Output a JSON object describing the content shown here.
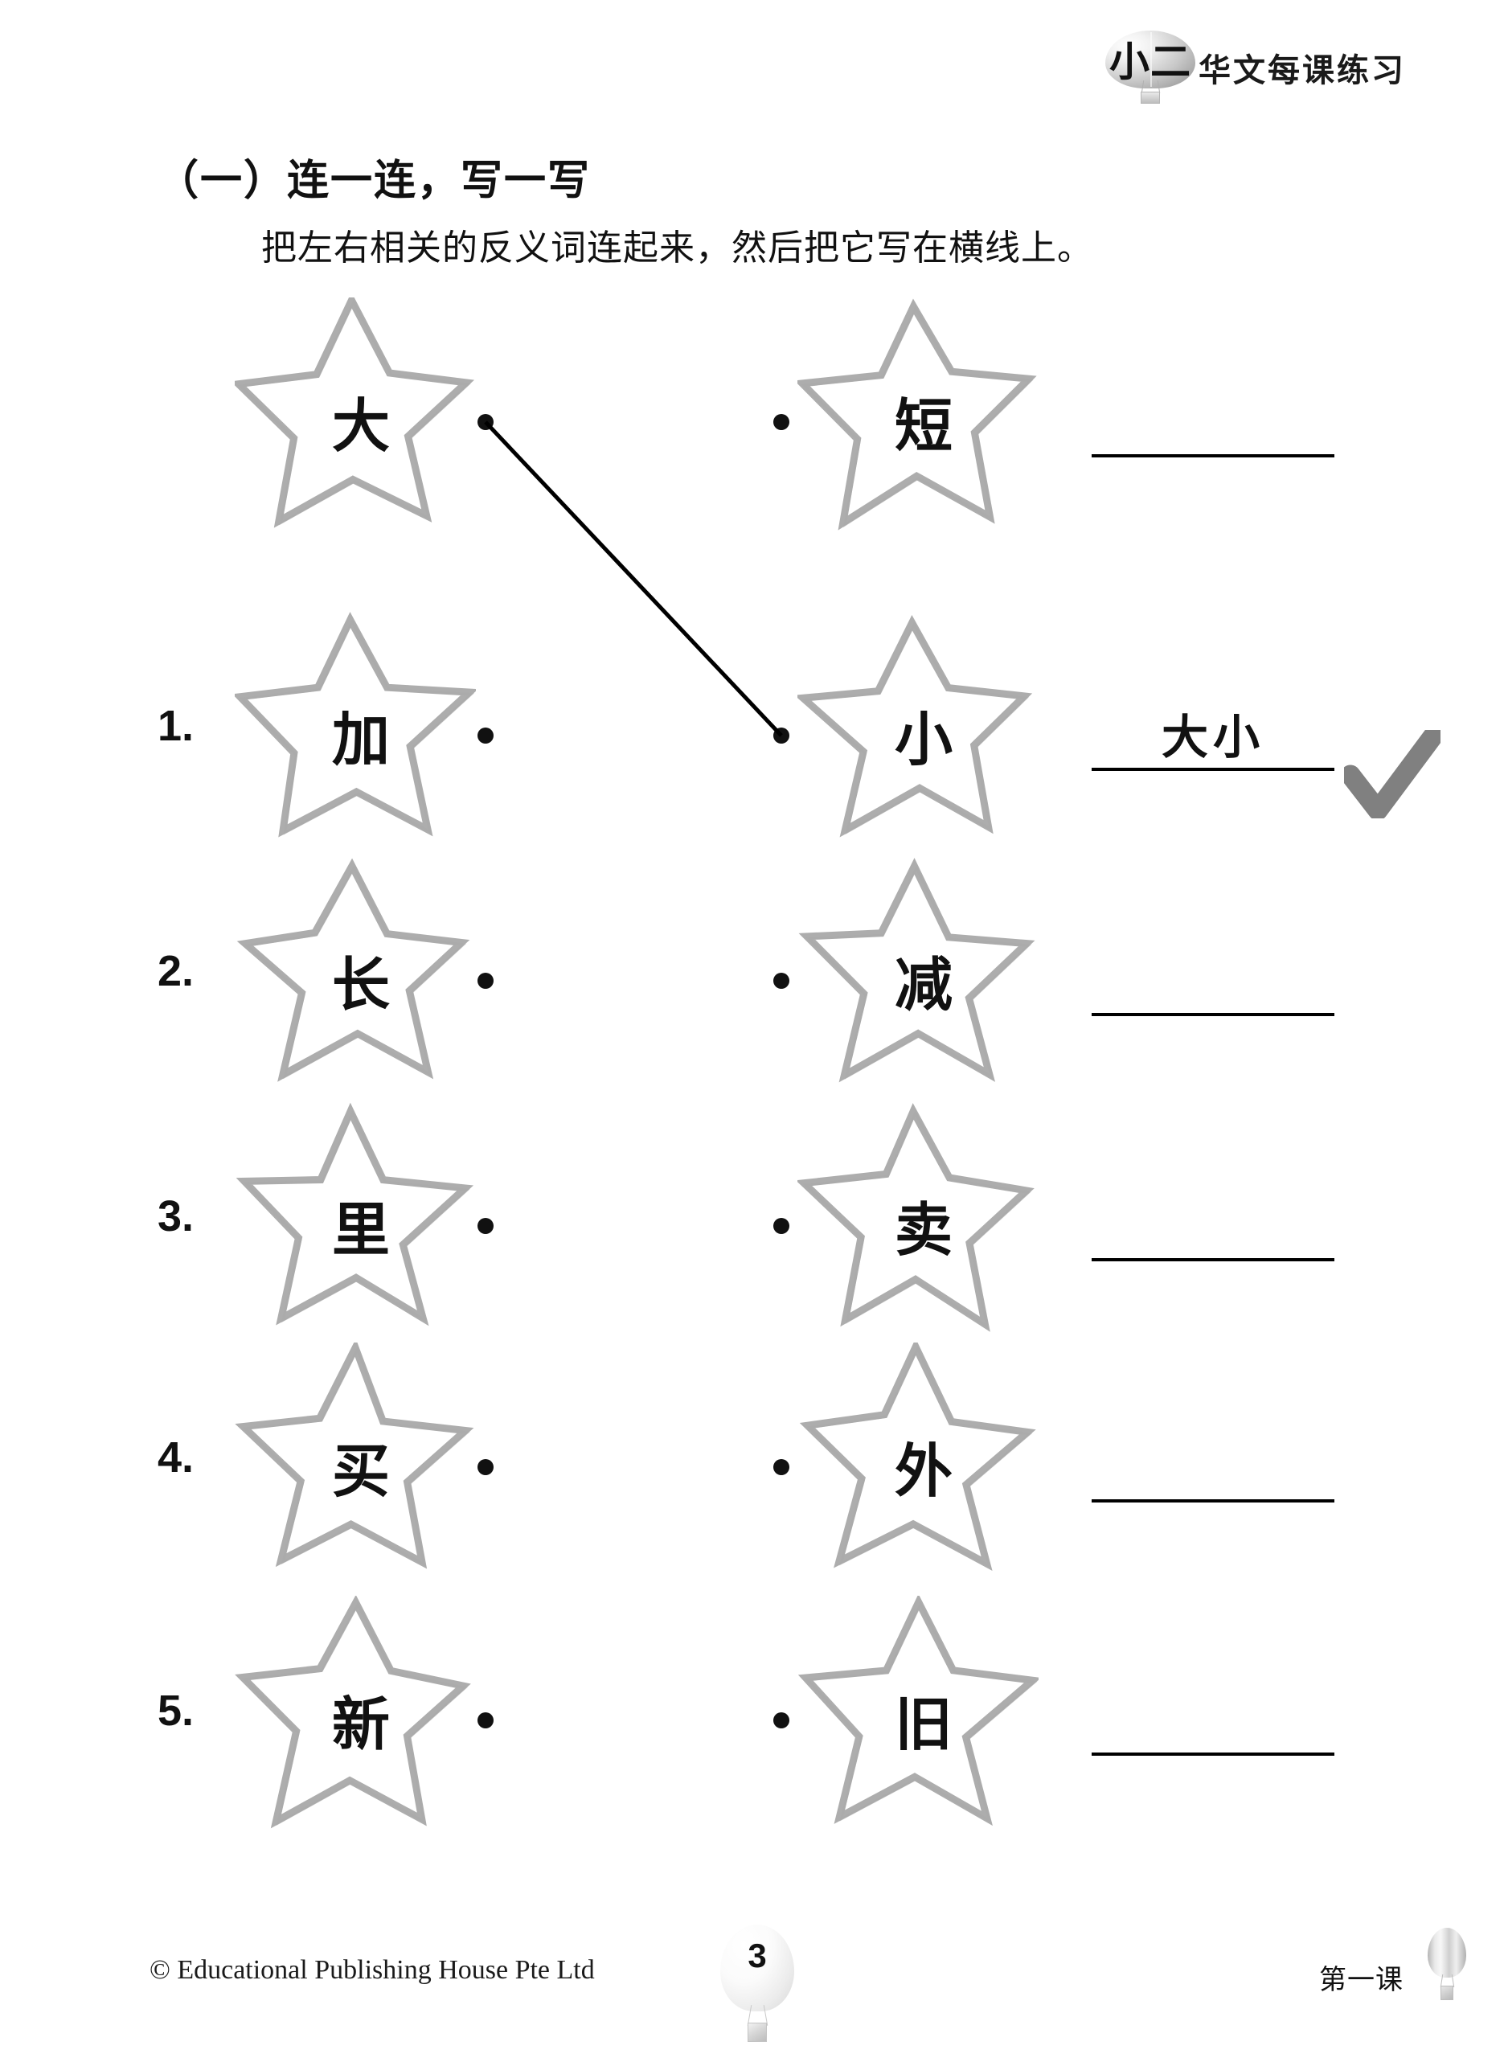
{
  "header": {
    "balloon_text": "小二",
    "title": "华文每课练习"
  },
  "section": {
    "title": "（一）连一连，写一写",
    "instruction": "把左右相关的反义词连起来，然后把它写在横线上。"
  },
  "colors": {
    "star_outline": "#a9a9a9",
    "ink": "#111111",
    "check": "#808080",
    "line": "#000000"
  },
  "rows": [
    {
      "number": "",
      "left_char": "大",
      "right_char": "短",
      "answer": "",
      "checked": false
    },
    {
      "number": "1.",
      "left_char": "加",
      "right_char": "小",
      "answer": "大小",
      "checked": true
    },
    {
      "number": "2.",
      "left_char": "长",
      "right_char": "减",
      "answer": "",
      "checked": false
    },
    {
      "number": "3.",
      "left_char": "里",
      "right_char": "卖",
      "answer": "",
      "checked": false
    },
    {
      "number": "4.",
      "left_char": "买",
      "right_char": "外",
      "answer": "",
      "checked": false
    },
    {
      "number": "5.",
      "left_char": "新",
      "right_char": "旧",
      "answer": "",
      "checked": false
    }
  ],
  "connections": [
    {
      "from_row": 0,
      "to_row": 1
    }
  ],
  "footer": {
    "copyright": "© Educational Publishing House Pte Ltd",
    "page_number": "3",
    "lesson": "第一课"
  }
}
